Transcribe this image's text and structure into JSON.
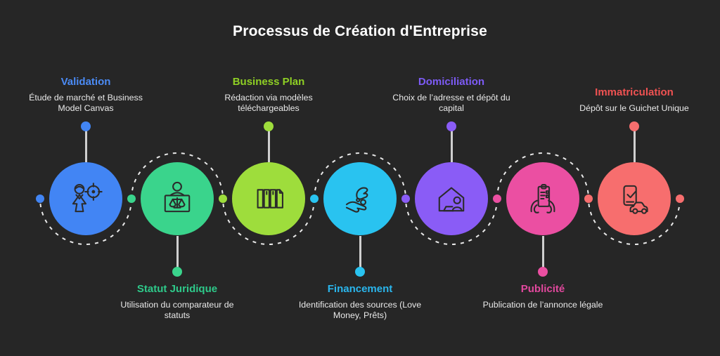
{
  "title": "Processus de Création d'Entreprise",
  "colors": {
    "background": "#262626",
    "connector_dash": "#e9e9e9",
    "stem": "#cfcfcf",
    "description_text": "#e9e9e9",
    "icon_stroke": "#2b2b2b"
  },
  "steps": [
    {
      "title": "Validation",
      "title_color": "#4b8bf5",
      "description": "Étude de marché et Business Model Canvas",
      "circle_color": "#4285f4",
      "icon": "person-target-icon",
      "label_position": "top"
    },
    {
      "title": "Statut Juridique",
      "title_color": "#2ec98a",
      "description": "Utilisation du comparateur de statuts",
      "circle_color": "#3ad48c",
      "icon": "person-scales-icon",
      "label_position": "bottom"
    },
    {
      "title": "Business Plan",
      "title_color": "#8fd024",
      "description": "Rédaction via modèles téléchargeables",
      "circle_color": "#9edd3c",
      "icon": "books-icon",
      "label_position": "top"
    },
    {
      "title": "Financement",
      "title_color": "#2ab6ed",
      "description": "Identification des sources (Love Money, Prêts)",
      "circle_color": "#29c3f0",
      "icon": "hands-coins-icon",
      "label_position": "bottom"
    },
    {
      "title": "Domiciliation",
      "title_color": "#7d5bf6",
      "description": "Choix de l’adresse et dépôt du capital",
      "circle_color": "#8a5cf6",
      "icon": "house-person-icon",
      "label_position": "top"
    },
    {
      "title": "Publicité",
      "title_color": "#e1489d",
      "description": "Publication de l’annonce légale",
      "circle_color": "#eb4fa2",
      "icon": "clipboard-hands-icon",
      "label_position": "bottom"
    },
    {
      "title": "Immatriculation",
      "title_color": "#f05252",
      "description": "Dépôt sur le Guichet Unique",
      "circle_color": "#f76e6e",
      "icon": "phone-check-car-icon",
      "label_position": "top"
    }
  ],
  "junction_dot_colors": [
    "#4285f4",
    "#3ad48c",
    "#9edd3c",
    "#29c3f0",
    "#8a5cf6",
    "#eb4fa2",
    "#f76e6e",
    "#f76e6e"
  ]
}
